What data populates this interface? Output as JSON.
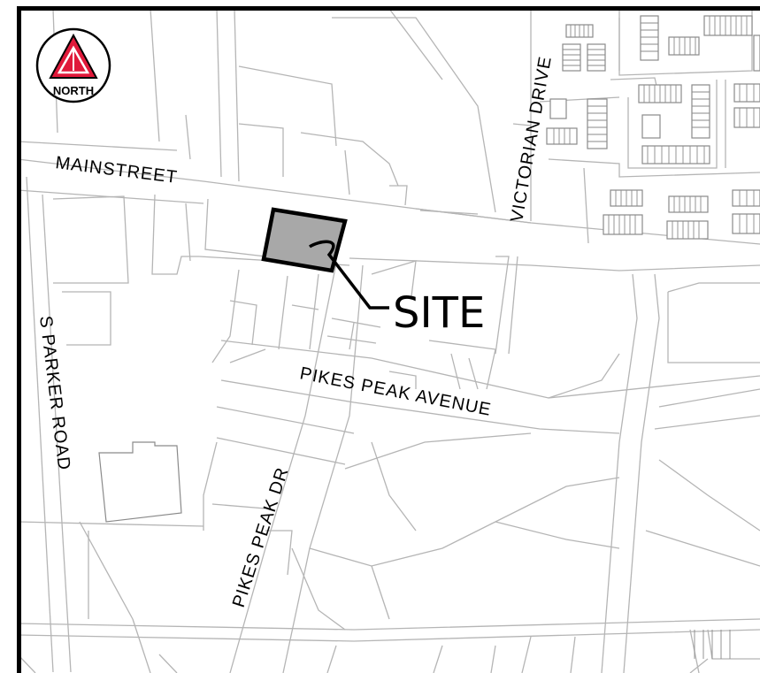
{
  "roads": {
    "mainstreet": "MAINSTREET",
    "victorian_drive": "VICTORIAN DRIVE",
    "s_parker_road": "S PARKER ROAD",
    "pikes_peak_avenue": "PIKES PEAK AVENUE",
    "pikes_peak_dr": "PIKES PEAK DR"
  },
  "site": {
    "label": "SITE",
    "fill_color": "#a8a8a8"
  },
  "north_arrow": {
    "label": "NORTH",
    "color": "#e0193a",
    "icon": "north-arrow-icon"
  },
  "colors": {
    "frame": "#000000",
    "parcel_lines": "#b5b5b5",
    "background": "#ffffff"
  }
}
